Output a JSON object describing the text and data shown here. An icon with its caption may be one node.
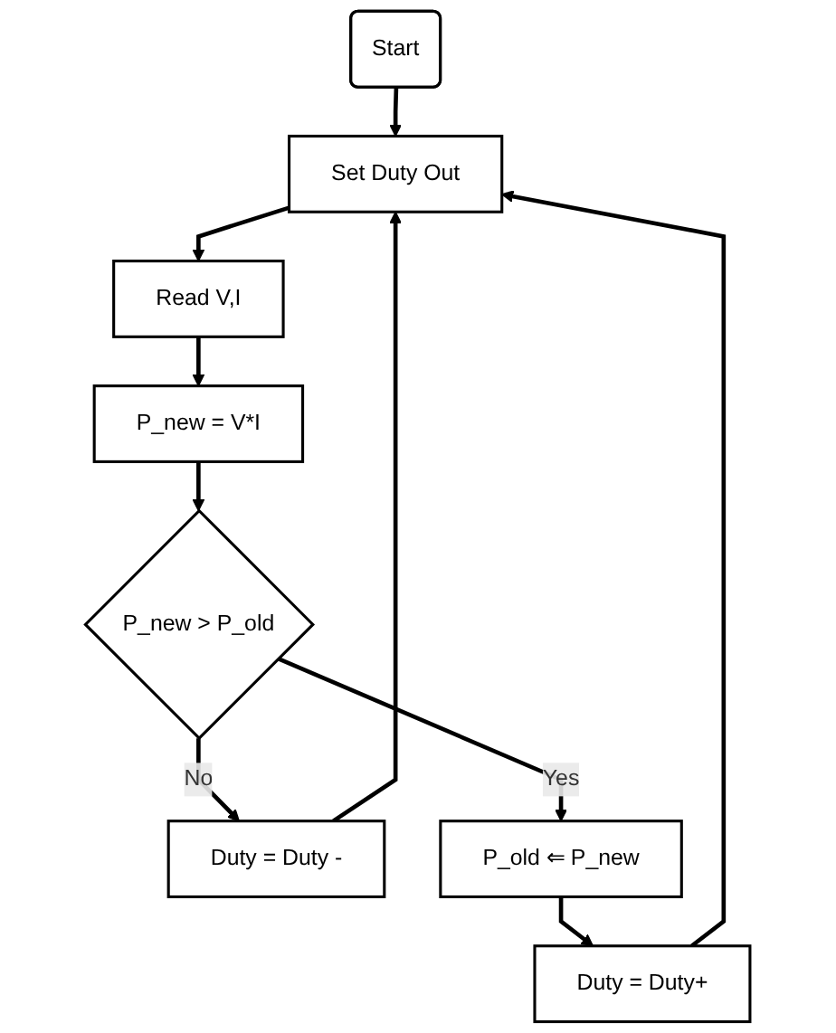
{
  "diagram": {
    "nodes": [
      {
        "text": [
          "Start"
        ]
      },
      {
        "text": [
          "Set Duty Out"
        ]
      },
      {
        "text": [
          "Read V,I"
        ]
      },
      {
        "text": [
          "P_new = V*I"
        ]
      },
      {
        "text": [
          "P_new > P_old"
        ]
      },
      {
        "text": [
          "Duty = Duty -"
        ]
      },
      {
        "text": [
          "P_old ⇐ P_new"
        ]
      },
      {
        "text": [
          "Duty = Duty+"
        ]
      }
    ],
    "edges": [
      {
        "from": 0,
        "to": 1,
        "arrow": "to"
      },
      {
        "from": 1,
        "to": 2,
        "arrow": "to"
      },
      {
        "from": 2,
        "to": 3,
        "arrow": "to"
      },
      {
        "from": 3,
        "to": 4,
        "arrow": "to"
      },
      {
        "from": 4,
        "to": 5,
        "arrow": "to",
        "label": "No"
      },
      {
        "from": 5,
        "to": 1,
        "arrow": "to"
      },
      {
        "from": 4,
        "to": 6,
        "arrow": "to",
        "label": "Yes"
      },
      {
        "from": 6,
        "to": 7,
        "arrow": "to"
      },
      {
        "from": 7,
        "to": 1,
        "arrow": "to"
      }
    ]
  }
}
